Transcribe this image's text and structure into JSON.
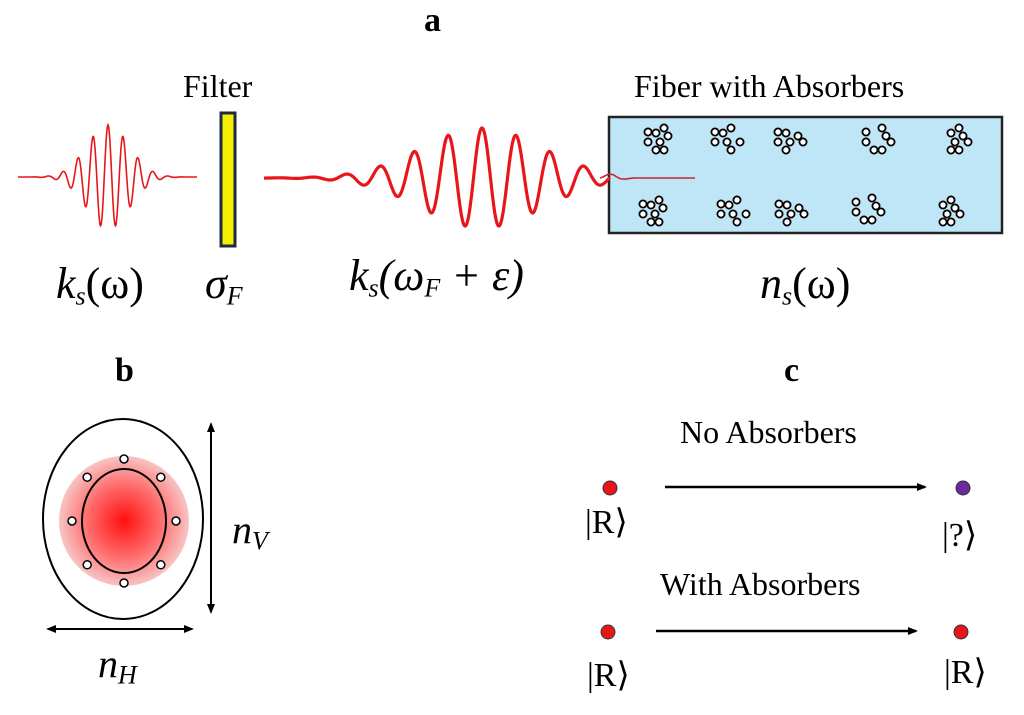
{
  "panels": {
    "a": {
      "label": "a",
      "filter_caption": "Filter",
      "fiber_caption": "Fiber with Absorbers",
      "input_pulse_label": {
        "base": "k",
        "sub": "s",
        "arg": "(ω)"
      },
      "filter_label": {
        "base": "σ",
        "sub": "F"
      },
      "filtered_pulse_label": {
        "base": "k",
        "sub": "s",
        "arg_open": "(ω",
        "arg_sub": "F",
        "arg_close": " + ε)"
      },
      "fiber_label": {
        "base": "n",
        "sub": "s",
        "arg": "(ω)"
      },
      "colors": {
        "pulse": "#e8161b",
        "filter_fill": "#f5ef00",
        "filter_border": "#1f2a44",
        "fiber_fill": "#bfe6f7",
        "absorber_stroke": "#000000"
      }
    },
    "b": {
      "label": "b",
      "vertical_axis_label": {
        "base": "n",
        "sub": "V"
      },
      "horizontal_axis_label": {
        "base": "n",
        "sub": "H"
      },
      "colors": {
        "core": "#ff1a1a",
        "halo": "#f6b3b3"
      }
    },
    "c": {
      "label": "c",
      "rows": [
        {
          "caption": "No Absorbers",
          "initial_state": "|R⟩",
          "final_state": "|?⟩",
          "initial_color": "#e8161b",
          "final_color": "#6a2aa0"
        },
        {
          "caption": "With Absorbers",
          "initial_state": "|R⟩",
          "final_state": "|R⟩",
          "initial_color": "#e8161b",
          "final_color": "#e8161b"
        }
      ]
    }
  }
}
